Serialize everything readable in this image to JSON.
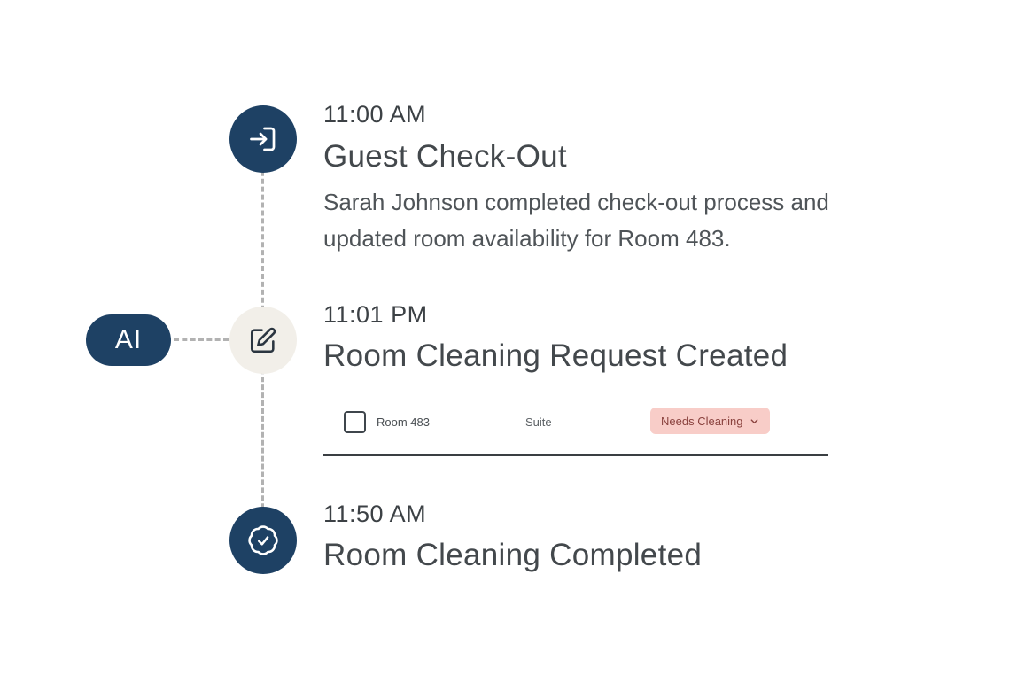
{
  "theme": {
    "navy": "#1e4164",
    "node_light_bg": "#f2efe9",
    "dashed_line": "#b2b2b2",
    "status_bg": "#f8cdc8",
    "status_text": "#8a423e"
  },
  "ai_badge": {
    "label": "AI"
  },
  "entries": [
    {
      "time": "11:00 AM",
      "title": "Guest Check-Out",
      "description": "Sarah Johnson completed check-out process and updated room availability for Room 483.",
      "icon": "check-out-icon"
    },
    {
      "time": "11:01 PM",
      "title": "Room Cleaning Request Created",
      "icon": "edit-icon",
      "row": {
        "room": "Room 483",
        "room_type": "Suite",
        "status": "Needs Cleaning"
      }
    },
    {
      "time": "11:50 AM",
      "title": "Room Cleaning Completed",
      "icon": "verified-badge-icon"
    }
  ]
}
